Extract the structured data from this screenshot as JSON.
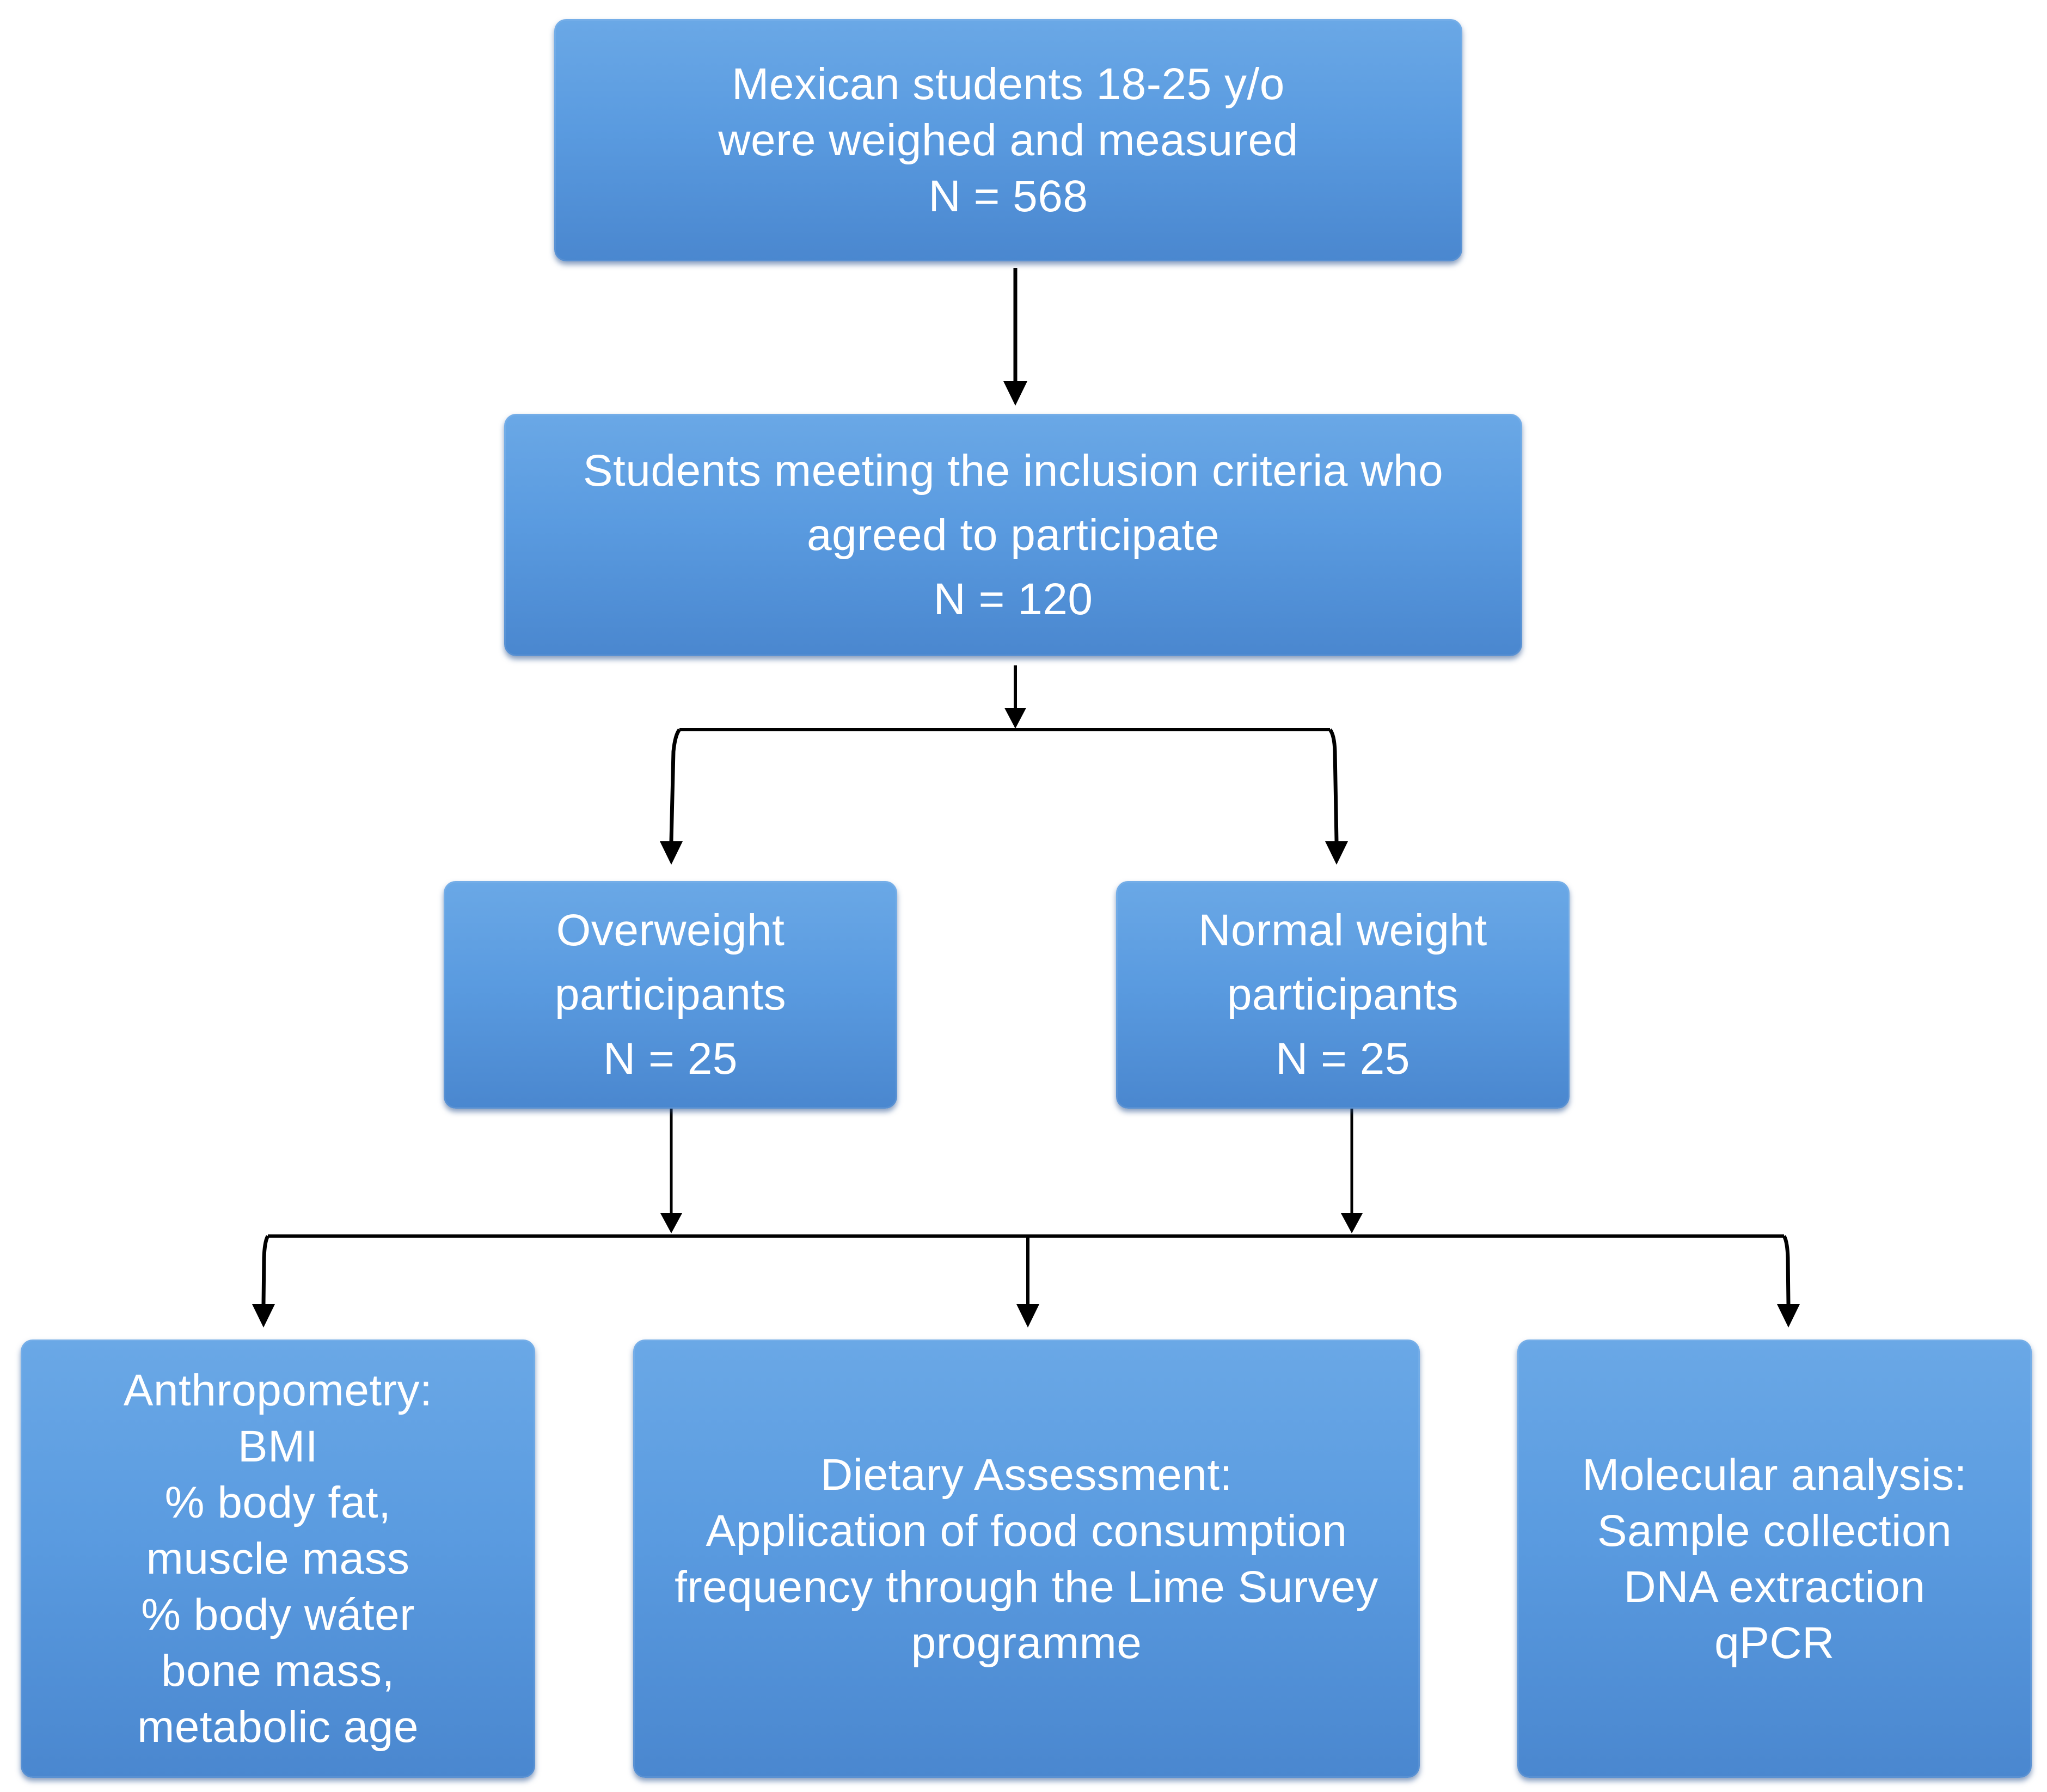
{
  "nodes": {
    "screened": {
      "lines": [
        "Mexican students  18-25 y/o",
        "were weighed and measured",
        "N = 568"
      ]
    },
    "included": {
      "lines": [
        "Students meeting the inclusion criteria who",
        "agreed to participate",
        "N = 120"
      ]
    },
    "overweight": {
      "lines": [
        "Overweight",
        "participants",
        "N = 25"
      ]
    },
    "normal": {
      "lines": [
        "Normal weight",
        "participants",
        "N = 25"
      ]
    },
    "anthropometry": {
      "lines": [
        "Anthropometry:",
        "BMI",
        "% body fat,",
        "muscle mass",
        "% body wáter",
        "bone mass,",
        "metabolic age"
      ]
    },
    "dietary": {
      "lines": [
        "Dietary Assessment:",
        "Application of food consumption",
        "frequency through the Lime Survey",
        "programme"
      ]
    },
    "molecular": {
      "lines": [
        "Molecular analysis:",
        "Sample collection",
        "DNA extraction",
        "qPCR"
      ]
    }
  },
  "colors": {
    "node_fill": "#5a9be0",
    "node_text": "#ffffff",
    "connector": "#000000"
  }
}
